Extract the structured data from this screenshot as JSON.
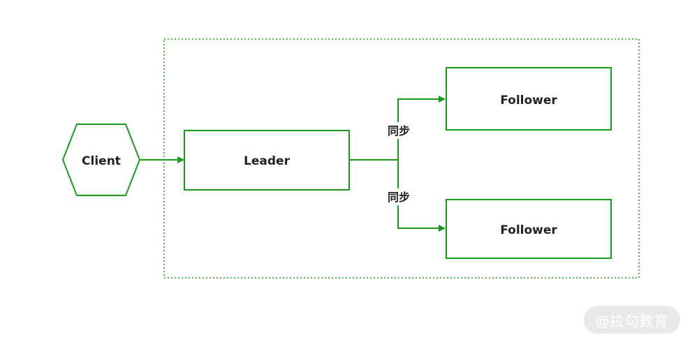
{
  "colors": {
    "stroke": "#1a9a1a",
    "text": "#222222",
    "watermark_bg": "#e9e9e9"
  },
  "nodes": {
    "client": "Client",
    "leader": "Leader",
    "follower_top": "Follower",
    "follower_bottom": "Follower"
  },
  "edges": {
    "sync_top": "同步",
    "sync_bottom": "同步"
  },
  "watermark": "@拉勾教育"
}
